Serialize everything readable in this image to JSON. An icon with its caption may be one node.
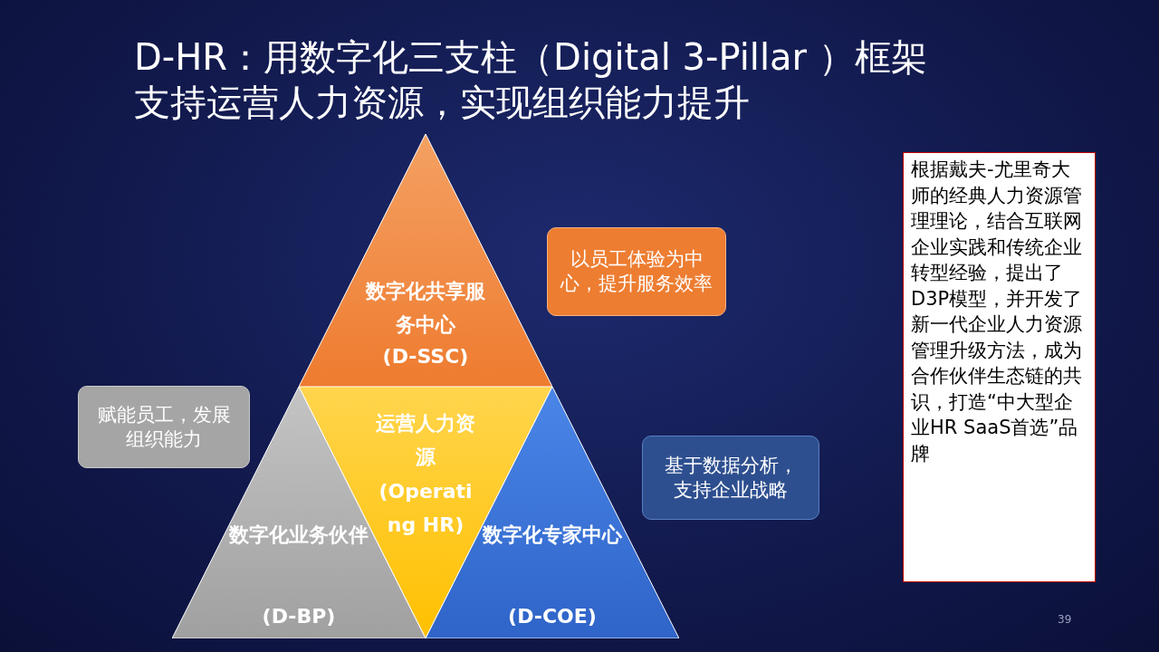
{
  "diagram": {
    "title": "D-HR：用数字化三支柱（Digital 3-Pillar ）框架支持运营人力资源，实现组织能力提升",
    "nodes": [
      {
        "text": [
          "数字化共享服务中心",
          "(D-SSC)"
        ]
      },
      {
        "text": [
          "运营人力资源",
          "(Operating HR)"
        ]
      },
      {
        "text": [
          "数字化业务伙伴",
          "(D-BP)"
        ]
      },
      {
        "text": [
          "数字化专家中心",
          "(D-COE)"
        ]
      },
      {
        "text": [
          "以员工体验为中心，提升服务效率"
        ]
      },
      {
        "text": [
          "赋能员工，发展组织能力"
        ]
      },
      {
        "text": [
          "基于数据分析，支持企业战略"
        ]
      },
      {
        "text": [
          "根据戴夫-尤里奇大师的经典人力资源管理理论，结合互联网企业实践和传统企业转型经验，提出了D3P模型，并开发了新一代企业人力资源管理升级方法，成为合作伙伴生态链的共识，打造“中大型企业HR SaaS首选”品牌"
        ]
      }
    ],
    "labels": [
      "39"
    ]
  }
}
